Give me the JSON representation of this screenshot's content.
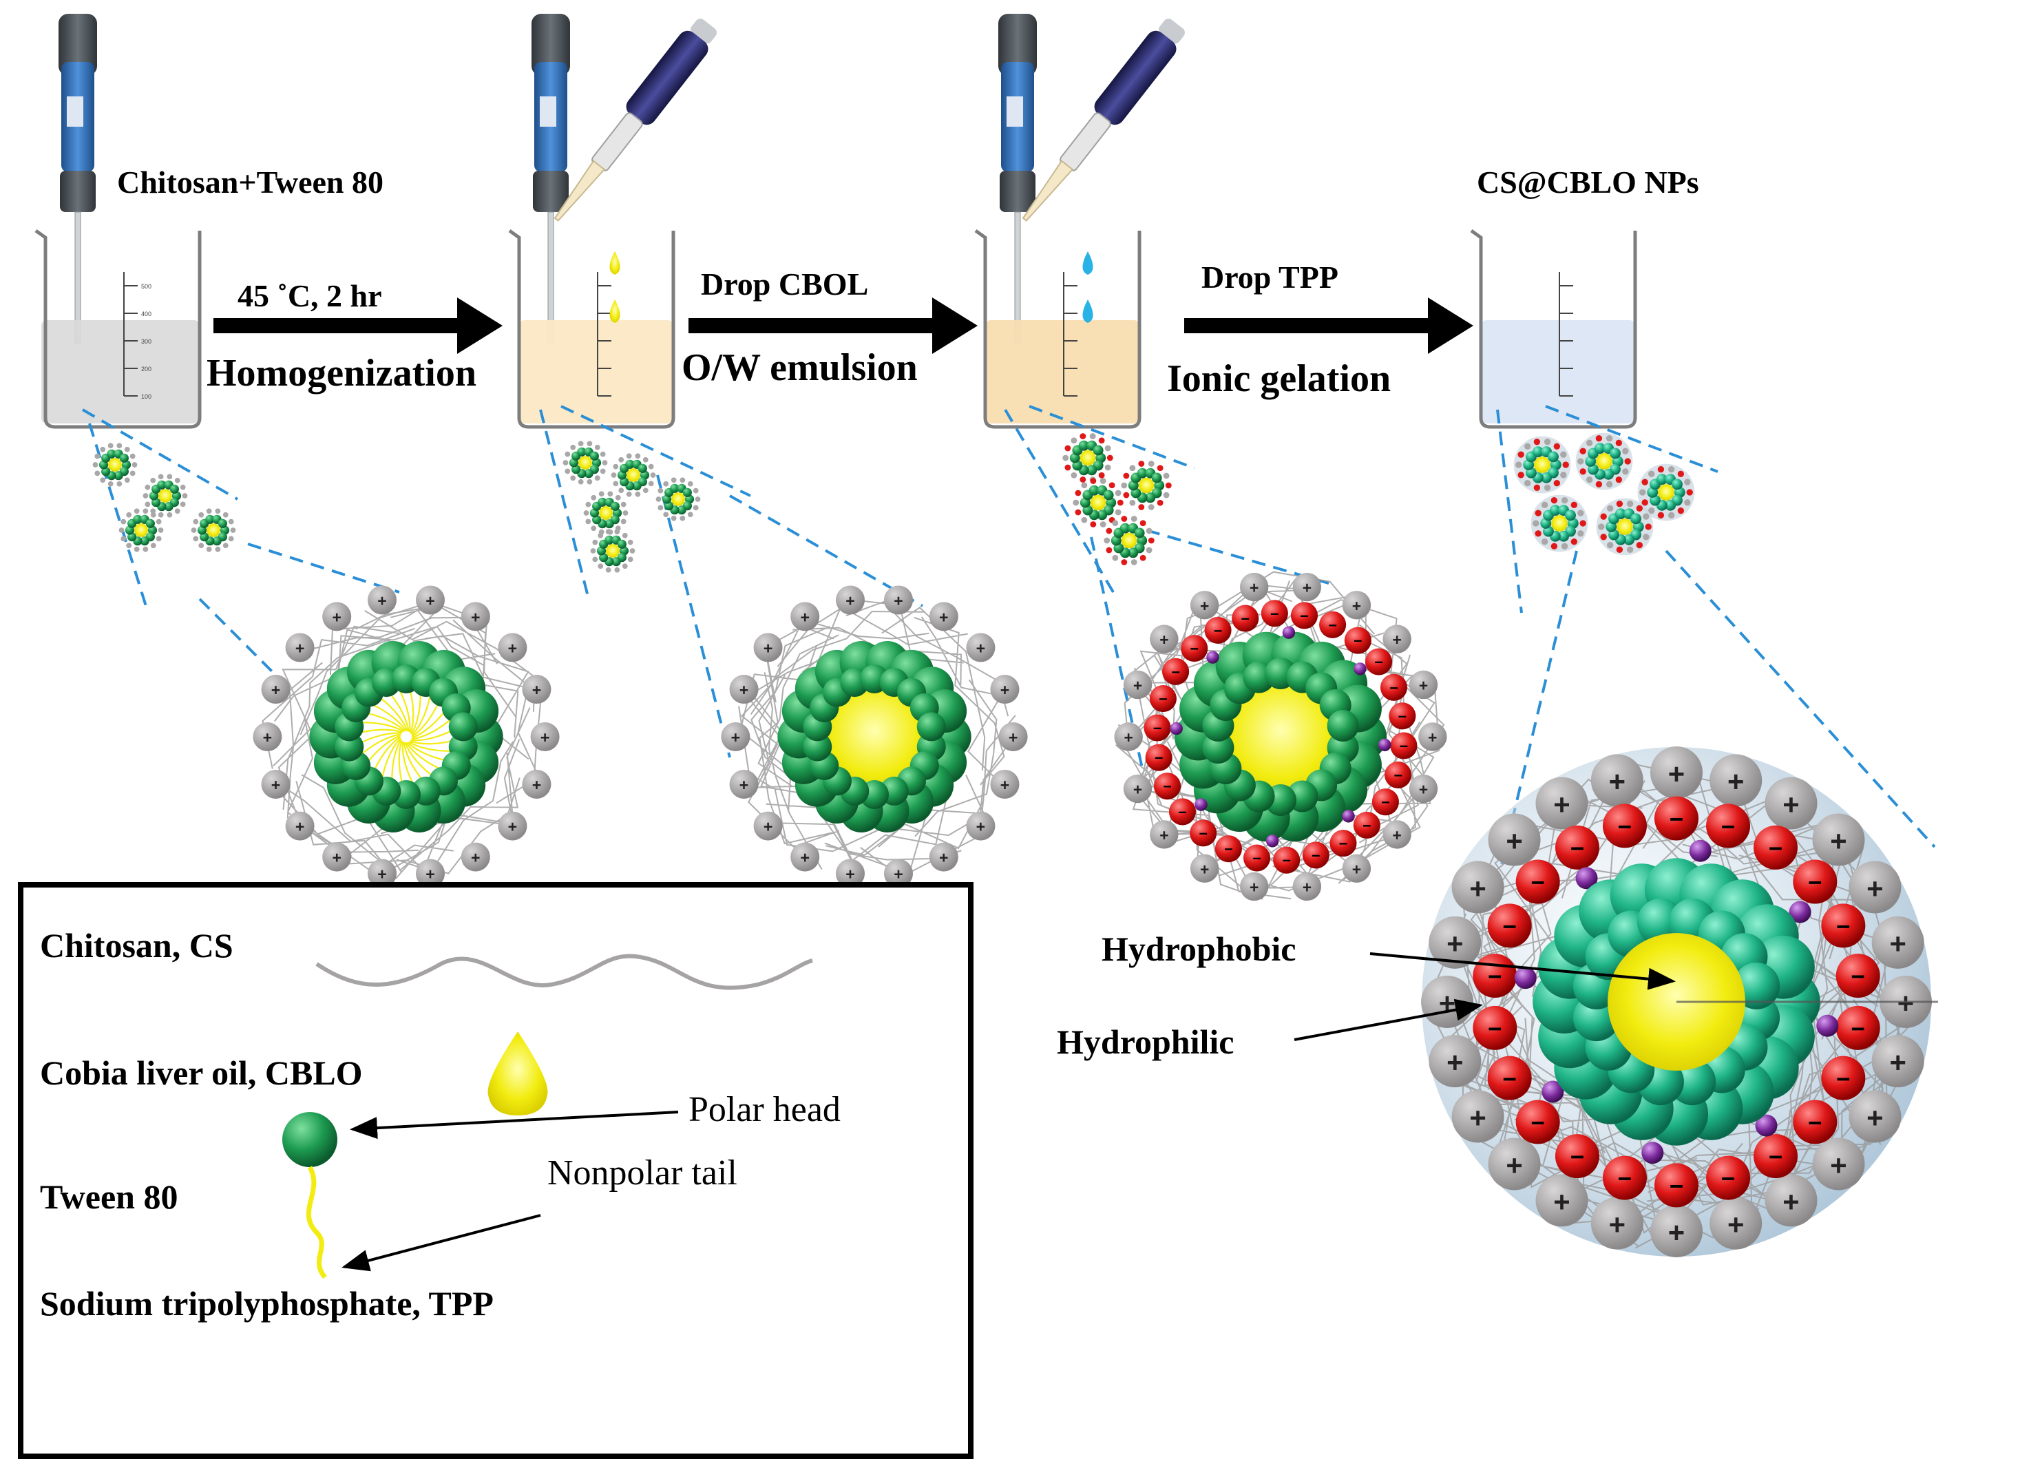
{
  "steps": {
    "start_label": "Chitosan+Tween 80",
    "step1_condition": "45 ˚C, 2 hr",
    "step1_name": "Homogenization",
    "step2_action": "Drop CBOL",
    "step2_name": "O/W emulsion",
    "step3_action": "Drop TPP",
    "step3_name": "Ionic gelation",
    "product_label": "CS@CBLO NPs"
  },
  "beaker_scale": [
    "500",
    "400",
    "300",
    "200",
    "100"
  ],
  "detail": {
    "hydrophobic_label": "Hydrophobic",
    "hydrophilic_label": "Hydrophilic"
  },
  "legend": {
    "chitosan": "Chitosan, CS",
    "cblo": "Cobia liver oil, CBLO",
    "tween": "Tween 80",
    "tpp": "Sodium tripolyphosphate, TPP",
    "polar_head": "Polar head",
    "nonpolar_tail": "Nonpolar tail"
  },
  "symbols": {
    "plus": "+",
    "minus": "−"
  },
  "colors": {
    "chitosan_bead": "#9a9898",
    "tween_head": "#1e9c52",
    "oil": "#f2ec10",
    "tpp_bead": "#e01818",
    "phosphate_center": "#7b2a9c",
    "guide_line": "#2a8fd6",
    "homogenizer_body": "#3a78c2",
    "pipette_body": "#2b2c6e"
  },
  "icons": [
    "homogenizer-icon",
    "pipette-icon",
    "beaker-icon",
    "oil-drop-icon",
    "water-drop-icon",
    "arrow-right-icon"
  ]
}
